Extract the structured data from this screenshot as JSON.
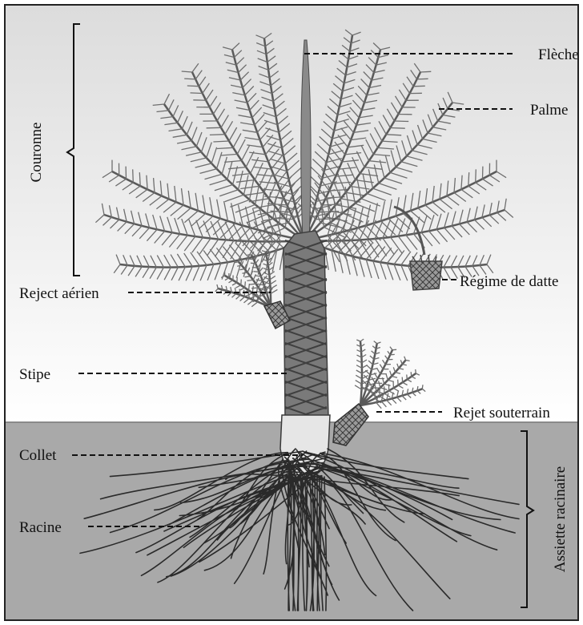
{
  "labels": {
    "fleche": "Flèche",
    "palme": "Palme",
    "regime": "Régime de datte",
    "reject_aerien": "Reject aérien",
    "stipe": "Stipe",
    "reject_souterrain": "Rejet souterrain",
    "collet": "Collet",
    "racine": "Racine"
  },
  "groups": {
    "couronne": "Couronne",
    "assiette": "Assiette racinaire"
  },
  "colors": {
    "sky_top": "#dcdcdc",
    "sky_bottom": "#ffffff",
    "soil": "#a9a9a9",
    "frond": "#6e6e6e",
    "trunk": "#7a7a7a",
    "trunk_band": "#3f3f3f",
    "collar": "#e6e6e6",
    "root": "#2a2a2a"
  }
}
